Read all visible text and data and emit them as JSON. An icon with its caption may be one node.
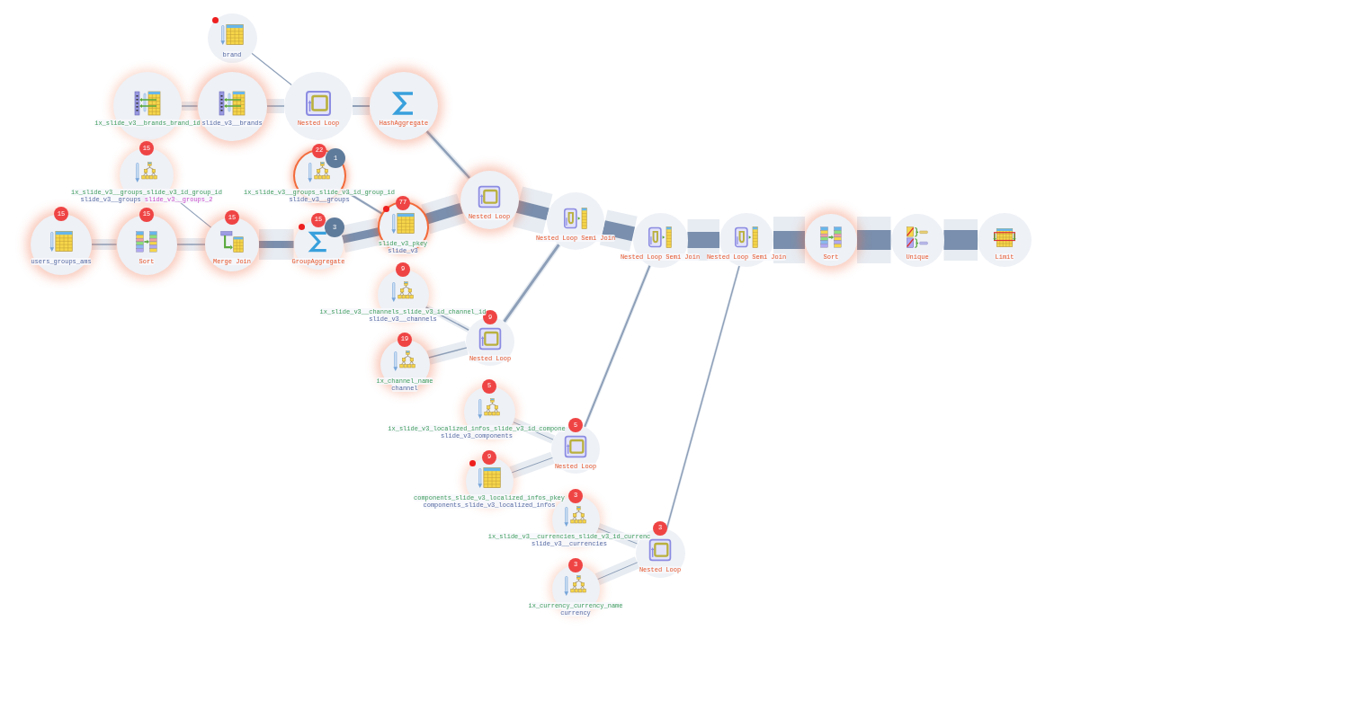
{
  "diagram": {
    "nodes": [
      {
        "text": [
          "brand"
        ]
      },
      {
        "text": [
          "ix_slide_v3__brands_brand_id"
        ]
      },
      {
        "text": [
          "slide_v3__brands"
        ]
      },
      {
        "text": [
          "Nested Loop"
        ]
      },
      {
        "text": [
          "HashAggregate"
        ]
      },
      {
        "text": [
          "15",
          "ix_slide_v3__groups_slide_v3_id_group_id",
          "slide_v3__groups",
          "slide_v3__groups_2"
        ]
      },
      {
        "text": [
          "22",
          "1",
          "ix_slide_v3__groups_slide_v3_id_group_id",
          "slide_v3__groups"
        ]
      },
      {
        "text": [
          "15",
          "users_groups_ams"
        ]
      },
      {
        "text": [
          "15",
          "Sort"
        ]
      },
      {
        "text": [
          "15",
          "Merge Join"
        ]
      },
      {
        "text": [
          "15",
          "3",
          "GroupAggregate"
        ]
      },
      {
        "text": [
          "77",
          "slide_v3_pkey",
          "slide_v3"
        ]
      },
      {
        "text": [
          "Nested Loop"
        ]
      },
      {
        "text": [
          "Nested Loop Semi Join"
        ]
      },
      {
        "text": [
          "Nested Loop Semi Join"
        ]
      },
      {
        "text": [
          "Nested Loop Semi Join"
        ]
      },
      {
        "text": [
          "Sort"
        ]
      },
      {
        "text": [
          "Unique"
        ]
      },
      {
        "text": [
          "Limit"
        ]
      },
      {
        "text": [
          "9",
          "ix_slide_v3__channels_slide_v3_id_channel_id",
          "slide_v3__channels"
        ]
      },
      {
        "text": [
          "9",
          "Nested Loop"
        ]
      },
      {
        "text": [
          "19",
          "ix_channel_name",
          "channel"
        ]
      },
      {
        "text": [
          "5",
          "ix_slide_v3_localized_infos_slide_v3_id_compone",
          "slide_v3_components"
        ]
      },
      {
        "text": [
          "5",
          "Nested Loop"
        ]
      },
      {
        "text": [
          "9",
          "components_slide_v3_localized_infos_pkey",
          "components_slide_v3_localized_infos"
        ]
      },
      {
        "text": [
          "3",
          "ix_slide_v3__currencies_slide_v3_id_currenc",
          "slide_v3__currencies"
        ]
      },
      {
        "text": [
          "3",
          "Nested Loop"
        ]
      },
      {
        "text": [
          "3",
          "ix_currency_currency_name",
          "currency"
        ]
      }
    ],
    "edges": [
      {
        "from": 0,
        "to": 3,
        "arrow": "none"
      },
      {
        "from": 1,
        "to": 2,
        "arrow": "none"
      },
      {
        "from": 2,
        "to": 3,
        "arrow": "none"
      },
      {
        "from": 3,
        "to": 4,
        "arrow": "none"
      },
      {
        "from": 4,
        "to": 12,
        "arrow": "none"
      },
      {
        "from": 5,
        "to": 9,
        "arrow": "none"
      },
      {
        "from": 6,
        "to": 11,
        "arrow": "none"
      },
      {
        "from": 7,
        "to": 8,
        "arrow": "none"
      },
      {
        "from": 8,
        "to": 9,
        "arrow": "none"
      },
      {
        "from": 9,
        "to": 10,
        "arrow": "none",
        "style": "thick"
      },
      {
        "from": 10,
        "to": 11,
        "arrow": "none",
        "style": "thick"
      },
      {
        "from": 11,
        "to": 12,
        "arrow": "none",
        "style": "thick"
      },
      {
        "from": 12,
        "to": 13,
        "arrow": "none",
        "style": "thick"
      },
      {
        "from": 13,
        "to": 14,
        "arrow": "none",
        "style": "thick"
      },
      {
        "from": 14,
        "to": 15,
        "arrow": "none",
        "style": "thick"
      },
      {
        "from": 15,
        "to": 16,
        "arrow": "none",
        "style": "thick"
      },
      {
        "from": 16,
        "to": 17,
        "arrow": "none",
        "style": "thick"
      },
      {
        "from": 17,
        "to": 18,
        "arrow": "none",
        "style": "thick"
      },
      {
        "from": 19,
        "to": 20,
        "arrow": "none"
      },
      {
        "from": 21,
        "to": 20,
        "arrow": "none"
      },
      {
        "from": 20,
        "to": 13,
        "arrow": "none"
      },
      {
        "from": 22,
        "to": 23,
        "arrow": "none"
      },
      {
        "from": 24,
        "to": 23,
        "arrow": "none"
      },
      {
        "from": 23,
        "to": 14,
        "arrow": "none"
      },
      {
        "from": 25,
        "to": 26,
        "arrow": "none"
      },
      {
        "from": 27,
        "to": 26,
        "arrow": "none"
      },
      {
        "from": 26,
        "to": 15,
        "arrow": "none"
      }
    ]
  }
}
